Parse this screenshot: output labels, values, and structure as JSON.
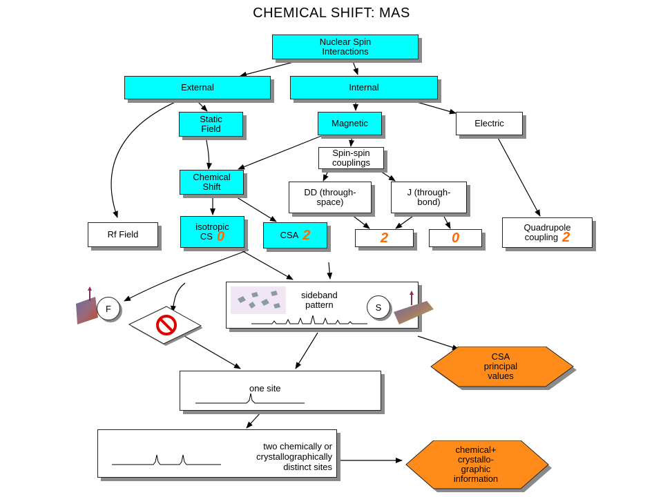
{
  "title": "CHEMICAL SHIFT: MAS",
  "nodes": {
    "nuclear_spin": [
      "Nuclear Spin",
      "Interactions"
    ],
    "external": "External",
    "internal": "Internal",
    "static_field": [
      "Static",
      "Field"
    ],
    "magnetic": "Magnetic",
    "electric": "Electric",
    "spin_spin": [
      "Spin-spin",
      "couplings"
    ],
    "chemical_shift": [
      "Chemical",
      "Shift"
    ],
    "dd": [
      "DD (through-",
      "space)"
    ],
    "j": [
      "J (through-",
      "bond)"
    ],
    "rf_field": "Rf Field",
    "isotropic": [
      "isotropic",
      "CS"
    ],
    "isotropic_num": "0",
    "csa": "CSA",
    "csa_num": "2",
    "dd_result": "2",
    "j_result": "0",
    "quadrupole": [
      "Quadrupole",
      "coupling"
    ],
    "quadrupole_num": "2",
    "sideband": [
      "sideband",
      "pattern"
    ],
    "one_site": "one site",
    "two_sites": [
      "two chemically or",
      "crystallographically",
      "distinct sites"
    ],
    "csa_principal": [
      "CSA",
      "principal",
      "values"
    ],
    "chem_info": [
      "chemical+",
      "crystallo-",
      "graphic",
      "information"
    ],
    "fast_label": "F",
    "slow_label": "S"
  },
  "colors": {
    "cyan": "#00ffff",
    "orange": "#ff8c1a",
    "number_orange": "#ff6a00",
    "shadow": "#8a8a8a",
    "prohibit_red": "#dd0000"
  },
  "icons": [
    "prohibited-icon",
    "rotor-icon",
    "crystallites-icon",
    "spectrum-icon"
  ]
}
